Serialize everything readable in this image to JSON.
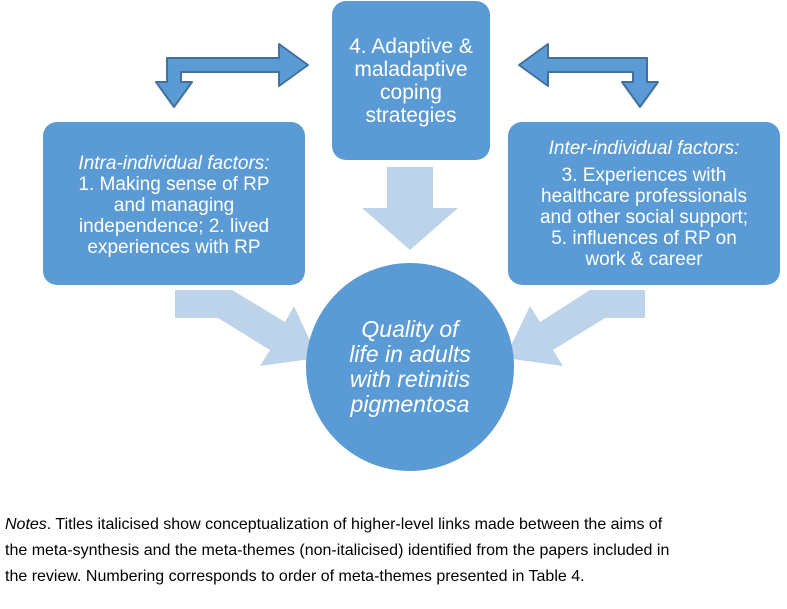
{
  "diagram": {
    "colors": {
      "box_fill": "#5b9bd5",
      "arrow_fill": "#5b9bd5",
      "arrow_stroke": "#41719c",
      "faded_arrow": "#bcd3ea",
      "text_on_box": "#ffffff"
    },
    "center_box": {
      "lines": [
        "4. Adaptive &",
        "maladaptive",
        "coping",
        "strategies"
      ]
    },
    "left_box": {
      "heading": "Intra-individual factors:",
      "lines": [
        "1. Making sense of RP",
        "and managing",
        "independence; 2. lived",
        "experiences with RP"
      ]
    },
    "right_box": {
      "heading": "Inter-individual factors:",
      "lines": [
        "3. Experiences with",
        "healthcare professionals",
        "and other social support;",
        "5. influences of RP on",
        "work & career"
      ]
    },
    "center_circle": {
      "lines": [
        "Quality of",
        "life in adults",
        "with retinitis",
        "pigmentosa"
      ]
    },
    "arrows": {
      "left_bidirectional": "double-headed-elbow-arrow",
      "right_bidirectional": "double-headed-elbow-arrow",
      "to_circle": [
        "from-left-box",
        "from-center-box",
        "from-right-box"
      ]
    }
  },
  "notes": {
    "label": "Notes",
    "line1_rest": ". Titles italicised show conceptualization of higher-level links made between the aims of",
    "line2": "the meta-synthesis and the meta-themes (non-italicised) identified from the papers included in",
    "line3": "the review. Numbering corresponds to order of meta-themes presented in Table 4."
  }
}
